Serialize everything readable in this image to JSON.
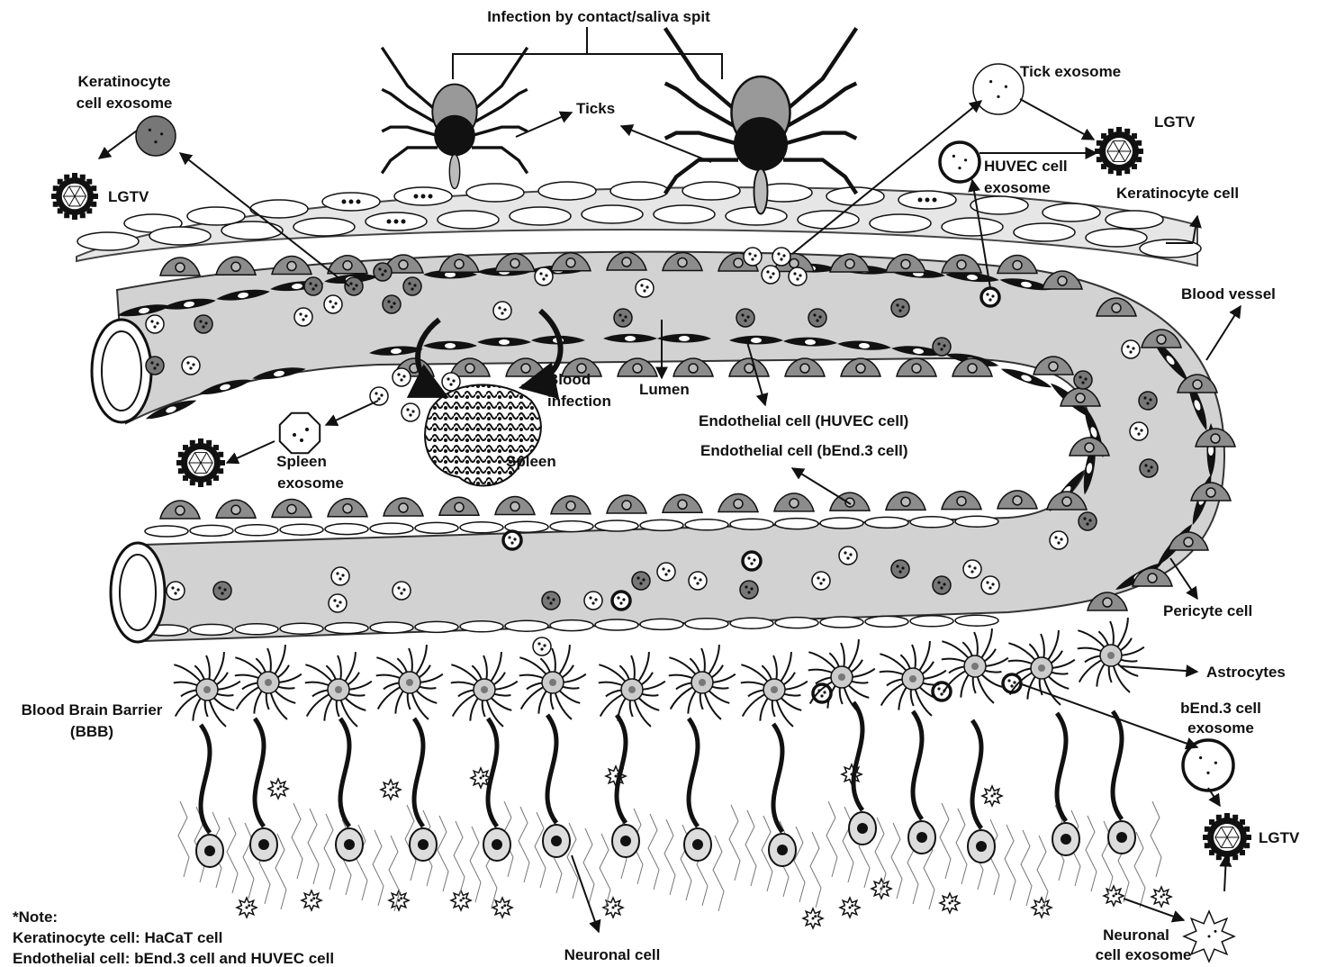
{
  "colors": {
    "vessel_fill": "#d2d2d2",
    "cell_gray": "#8c8c8c",
    "junction": "#111111",
    "skin_fill": "#e6e6e6",
    "exosome_dark": "#777777"
  },
  "icons": [
    "tick-icon",
    "virus-icon",
    "exosome-icon",
    "astrocyte-icon",
    "neuron-icon",
    "spleen-icon"
  ],
  "labels": {
    "infection": "Infection by contact/saliva spit",
    "ticks": "Ticks",
    "tick_exosome": "Tick exosome",
    "lgtv_top": "LGTV",
    "lgtv_left": "LGTV",
    "lgtv_bottom": "LGTV",
    "keratinocyte_exosome_1": "Keratinocyte",
    "keratinocyte_exosome_2": "cell exosome",
    "huvec_exosome_1": "HUVEC cell",
    "huvec_exosome_2": "exosome",
    "keratinocyte_cell": "Keratinocyte cell",
    "blood_vessel": "Blood vessel",
    "blood_infection_1": "Blood",
    "blood_infection_2": "infection",
    "lumen": "Lumen",
    "endothelial_huvec": "Endothelial cell (HUVEC cell)",
    "endothelial_bend3": "Endothelial cell (bEnd.3 cell)",
    "spleen": "Spleen",
    "spleen_exosome_1": "Spleen",
    "spleen_exosome_2": "exosome",
    "pericyte": "Pericyte cell",
    "astrocytes": "Astrocytes",
    "bbb_1": "Blood Brain Barrier",
    "bbb_2": "(BBB)",
    "bend3_exosome_1": "bEnd.3 cell",
    "bend3_exosome_2": "exosome",
    "neuronal_cell": "Neuronal cell",
    "neuronal_exosome_1": "Neuronal",
    "neuronal_exosome_2": "cell exosome"
  },
  "note": {
    "title": "*Note:",
    "line1": "Keratinocyte cell: HaCaT cell",
    "line2": "Endothelial cell: bEnd.3 cell and HUVEC cell"
  }
}
